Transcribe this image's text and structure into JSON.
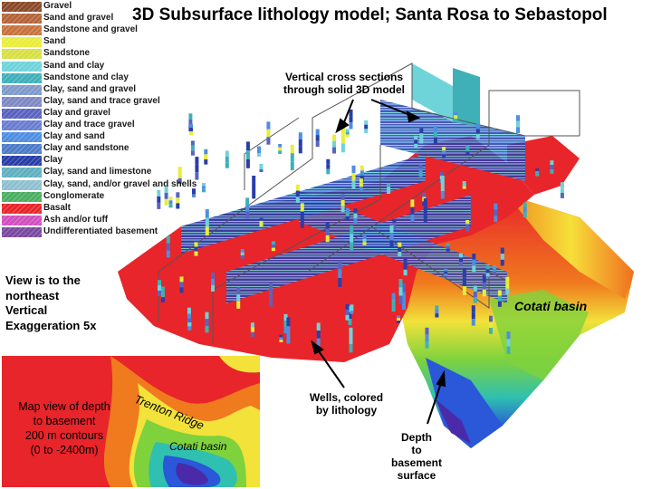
{
  "title": "3D Subsurface lithology model; Santa Rosa to Sebastopol",
  "legend": [
    {
      "label": "Gravel",
      "color": "#8b4a2a"
    },
    {
      "label": "Sand and gravel",
      "color": "#b5643a"
    },
    {
      "label": "Sandstone and gravel",
      "color": "#c8733c"
    },
    {
      "label": "Sand",
      "color": "#e8ee3a"
    },
    {
      "label": "Sandstone",
      "color": "#d6e044"
    },
    {
      "label": "Sand and clay",
      "color": "#6fd3da"
    },
    {
      "label": "Sandstone and clay",
      "color": "#3fb0b8"
    },
    {
      "label": "Clay, sand and gravel",
      "color": "#7f9acb"
    },
    {
      "label": "Clay, sand and trace gravel",
      "color": "#7f88c4"
    },
    {
      "label": "Clay and gravel",
      "color": "#5a63c0"
    },
    {
      "label": "Clay and trace gravel",
      "color": "#6a7dd0"
    },
    {
      "label": "Clay and sand",
      "color": "#4f8ee0"
    },
    {
      "label": "Clay and sandstone",
      "color": "#4d7cc8"
    },
    {
      "label": "Clay",
      "color": "#2a3ea8"
    },
    {
      "label": "Clay, sand and limestone",
      "color": "#5fb0c0"
    },
    {
      "label": "Clay, sand, and/or gravel and shells",
      "color": "#8fc0cf"
    },
    {
      "label": "Conglomerate",
      "color": "#4cae62"
    },
    {
      "label": "Basalt",
      "color": "#e8252a"
    },
    {
      "label": "Ash and/or tuff",
      "color": "#d24fc0"
    },
    {
      "label": "Undifferentiated basement",
      "color": "#7a4aa0"
    }
  ],
  "annotations": {
    "cross_sections": [
      "Vertical cross sections",
      "through solid 3D model"
    ],
    "wells": [
      "Wells, colored",
      "by lithology"
    ],
    "depth": [
      "Depth",
      "to",
      "basement",
      "surface"
    ],
    "cotati_basin": "Cotati basin"
  },
  "view_note": [
    "View is to the",
    "northeast",
    "Vertical",
    "Exaggeration 5x"
  ],
  "inset": {
    "caption": [
      "Map view of depth",
      "to basement",
      "200 m contours",
      "(0 to -2400m)"
    ],
    "trenton_ridge": "Trenton Ridge",
    "cotati_basin": "Cotati basin"
  }
}
